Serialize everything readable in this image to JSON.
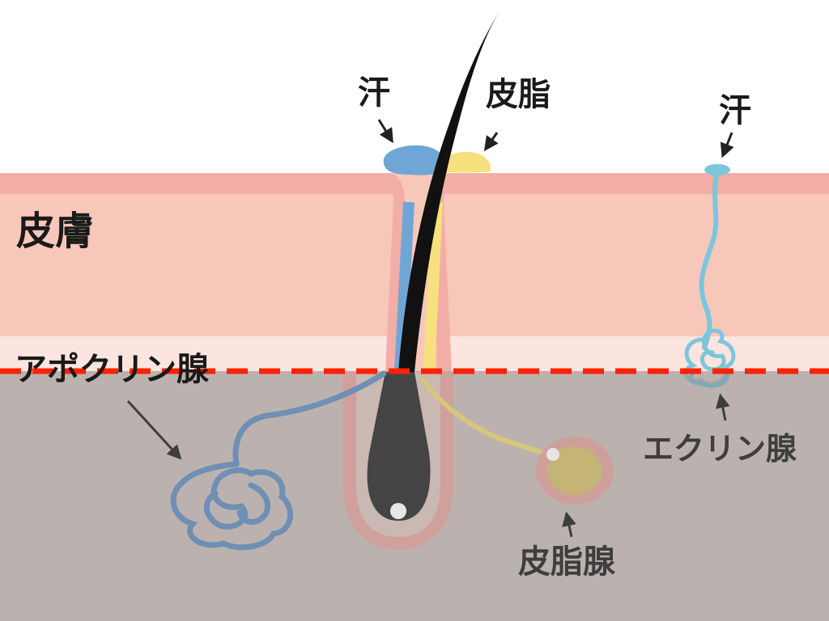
{
  "labels": {
    "skin": "皮膚",
    "apocrine_gland": "アポクリン腺",
    "eccrine_gland": "エクリン腺",
    "sebaceous_gland": "皮脂腺",
    "sweat_left": "汗",
    "sweat_right": "汗",
    "sebum": "皮脂"
  },
  "colors": {
    "background": "#ffffff",
    "skin_surface": "#f2aea6",
    "skin_dermis": "#f7c8ba",
    "skin_lower": "#fde5df",
    "subcutaneous": "#bcb2ad",
    "boundary_line": "#ff2200",
    "apocrine_duct": "#6fa6d6",
    "eccrine_duct": "#7cc6dc",
    "sebum": "#f7e07e",
    "hair": "#111111",
    "hair_bulb": "#444444",
    "label_dark": "#1a1a1a",
    "label_gray": "#3e3e3e"
  }
}
